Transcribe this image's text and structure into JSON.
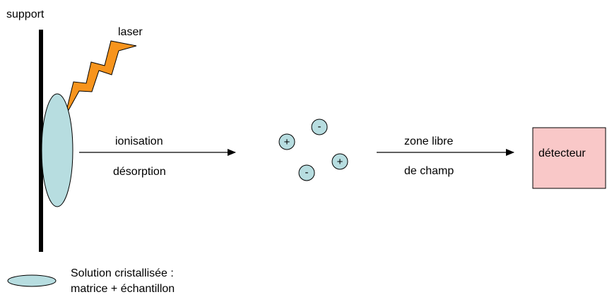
{
  "labels": {
    "support": "support",
    "laser": "laser",
    "ionisation": "ionisation",
    "desorption": "désorption",
    "zone_libre": "zone libre",
    "de_champ": "de champ",
    "detecteur": "détecteur",
    "legend_line1": "Solution cristallisée :",
    "legend_line2": "matrice + échantillon"
  },
  "ions": [
    {
      "sign": "+"
    },
    {
      "sign": "-"
    },
    {
      "sign": "+"
    },
    {
      "sign": "-"
    }
  ],
  "colors": {
    "sample_fill": "#b7dde0",
    "ion_fill": "#b7dde0",
    "laser_fill": "#f7941d",
    "detector_fill": "#f9c8c8",
    "support_color": "#000000"
  }
}
